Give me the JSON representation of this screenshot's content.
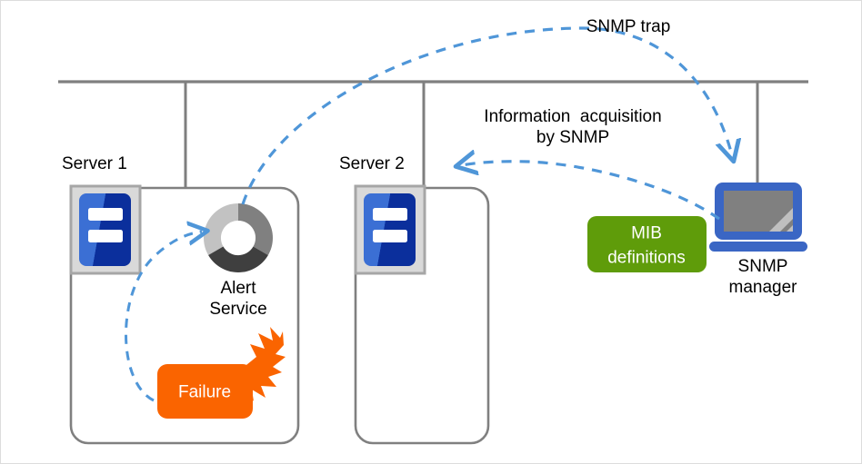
{
  "diagram": {
    "title": "SNMP monitoring diagram",
    "background": "#ffffff",
    "frame_border": "#dcdcdc"
  },
  "colors": {
    "bus_line": "#7f7f7f",
    "server_box_border": "#808080",
    "server_icon_frame": "#a6a6a6",
    "server_icon_fill": "#d9d9d9",
    "server_icon_blue_light": "#3b6fd4",
    "server_icon_blue_dark": "#0b2f9c",
    "dashed_arrow": "#4f96d8",
    "failure_orange": "#fa6400",
    "burst_orange": "#fa6400",
    "mib_green": "#5f9c0a",
    "laptop_blue": "#3a66c4",
    "laptop_screen": "#808080",
    "laptop_screen_glare": "#bfbfbf",
    "donut_light": "#c2c2c2",
    "donut_mid": "#808080",
    "donut_dark": "#3f3f3f",
    "text": "#000000",
    "text_on_fill": "#ffffff"
  },
  "labels": {
    "snmp_trap": "SNMP trap",
    "information_acquisition_line1": "Information  acquisition",
    "information_acquisition_line2": "by SNMP",
    "server1": "Server 1",
    "server2": "Server 2",
    "alert_service_line1": "Alert",
    "alert_service_line2": "Service",
    "failure": "Failure",
    "mib_line1": "MIB",
    "mib_line2": "definitions",
    "snmp_manager_line1": "SNMP",
    "snmp_manager_line2": "manager"
  },
  "nodes": [
    {
      "id": "server1",
      "label": "Server 1",
      "kind": "server-container"
    },
    {
      "id": "server2",
      "label": "Server 2",
      "kind": "server-container"
    },
    {
      "id": "alert-service",
      "label": "Alert Service",
      "kind": "service-donut"
    },
    {
      "id": "failure",
      "label": "Failure",
      "kind": "event-box"
    },
    {
      "id": "mib-definitions",
      "label": "MIB definitions",
      "kind": "data-box"
    },
    {
      "id": "snmp-manager",
      "label": "SNMP manager",
      "kind": "laptop"
    }
  ],
  "edges": [
    {
      "id": "failure-to-alert",
      "label": "",
      "from": "failure",
      "to": "alert-service",
      "style": "dashed"
    },
    {
      "id": "snmp-trap",
      "label": "SNMP trap",
      "from": "alert-service",
      "to": "snmp-manager",
      "style": "dashed"
    },
    {
      "id": "information-acquisition",
      "label": "Information  acquisition by SNMP",
      "from": "snmp-manager",
      "to": "server2",
      "style": "dashed"
    }
  ],
  "network_bus": {
    "orientation": "horizontal",
    "drops": [
      "server1",
      "server2",
      "snmp-manager"
    ]
  }
}
